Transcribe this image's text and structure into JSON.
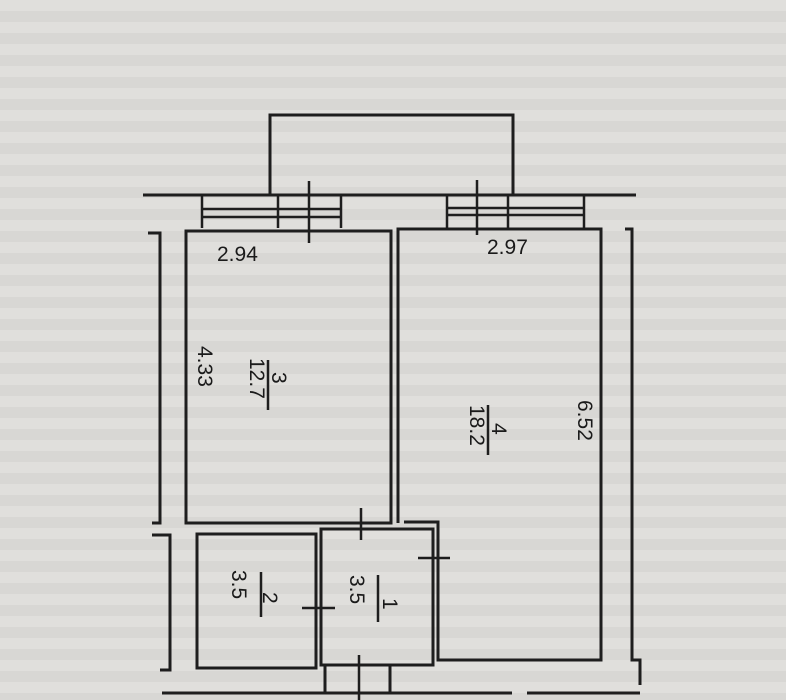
{
  "plan": {
    "dimensions": {
      "room3_width": "2.94",
      "room4_width": "2.97",
      "room3_length": "4.33",
      "room4_length": "6.52"
    },
    "rooms": [
      {
        "number": "1",
        "area": "3.5"
      },
      {
        "number": "2",
        "area": "3.5"
      },
      {
        "number": "3",
        "area": "12.7"
      },
      {
        "number": "4",
        "area": "18.2"
      }
    ]
  }
}
